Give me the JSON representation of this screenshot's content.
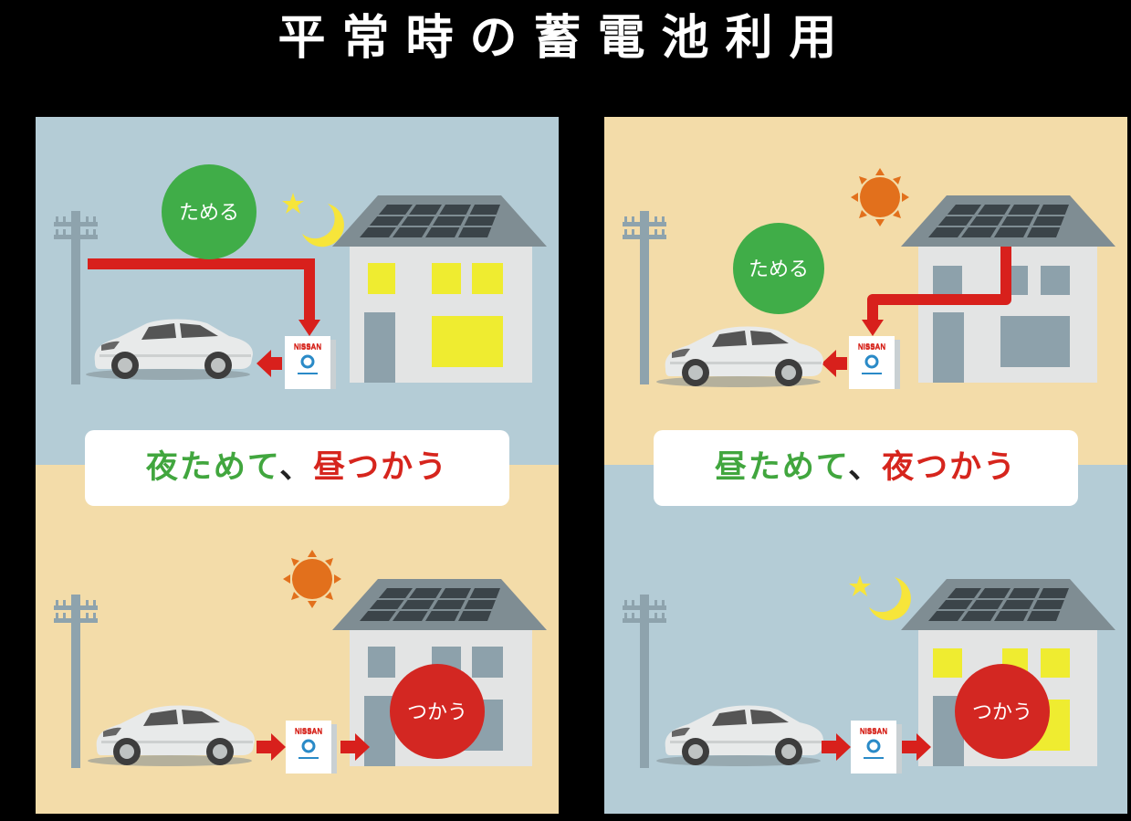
{
  "title": "平常時の蓄電池利用",
  "colors": {
    "night_sky": "#b4ccd6",
    "day_sky": "#f3dca9",
    "store_green": "#40ad48",
    "use_red": "#d32722",
    "arrow_red": "#d8201c",
    "window_lit": "#efec30",
    "window_dark": "#8da1ab"
  },
  "panels": [
    {
      "banner": {
        "part1": "夜ためて",
        "sep": "、",
        "part2": "昼つかう"
      },
      "store_label": "ためる",
      "use_label": "つかう",
      "battery_brand": "NISSAN",
      "top_scene": "night",
      "bottom_scene": "day"
    },
    {
      "banner": {
        "part1": "昼ためて",
        "sep": "、",
        "part2": "夜つかう"
      },
      "store_label": "ためる",
      "use_label": "つかう",
      "battery_brand": "NISSAN",
      "top_scene": "day",
      "bottom_scene": "night"
    }
  ]
}
